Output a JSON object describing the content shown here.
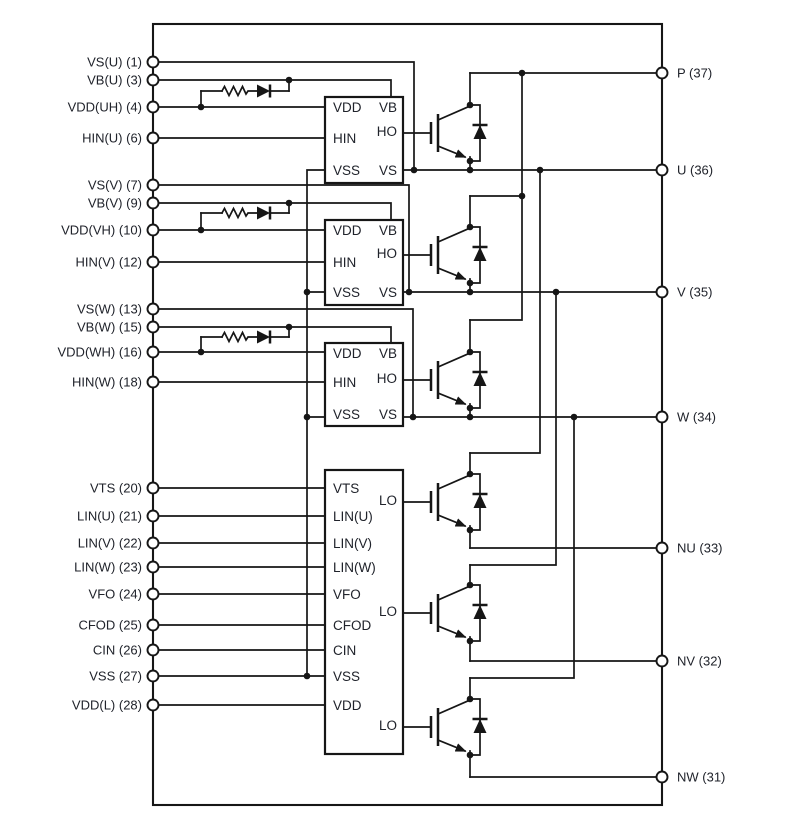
{
  "diagram": {
    "background_color": "#ffffff",
    "line_color": "#161616",
    "text_color": "#20232b"
  },
  "terminals_left": [
    {
      "label": "VS(U) (1)"
    },
    {
      "label": "VB(U) (3)"
    },
    {
      "label": "VDD(UH) (4)"
    },
    {
      "label": "HIN(U) (6)"
    },
    {
      "label": "VS(V) (7)"
    },
    {
      "label": "VB(V) (9)"
    },
    {
      "label": "VDD(VH) (10)"
    },
    {
      "label": "HIN(V) (12)"
    },
    {
      "label": "VS(W) (13)"
    },
    {
      "label": "VB(W) (15)"
    },
    {
      "label": "VDD(WH) (16)"
    },
    {
      "label": "HIN(W) (18)"
    },
    {
      "label": "VTS (20)"
    },
    {
      "label": "LIN(U) (21)"
    },
    {
      "label": "LIN(V) (22)"
    },
    {
      "label": "LIN(W) (23)"
    },
    {
      "label": "VFO (24)"
    },
    {
      "label": "CFOD (25)"
    },
    {
      "label": "CIN (26)"
    },
    {
      "label": "VSS (27)"
    },
    {
      "label": "VDD(L) (28)"
    }
  ],
  "terminals_right": [
    {
      "label": "P (37)"
    },
    {
      "label": "U (36)"
    },
    {
      "label": "V (35)"
    },
    {
      "label": "W (34)"
    },
    {
      "label": "NU (33)"
    },
    {
      "label": "NV (32)"
    },
    {
      "label": "NW (31)"
    }
  ],
  "hs_drivers": [
    {
      "pins_left": [
        "VDD",
        "HIN",
        "VSS"
      ],
      "pins_right": [
        "VB",
        "HO",
        "VS"
      ]
    },
    {
      "pins_left": [
        "VDD",
        "HIN",
        "VSS"
      ],
      "pins_right": [
        "VB",
        "HO",
        "VS"
      ]
    },
    {
      "pins_left": [
        "VDD",
        "HIN",
        "VSS"
      ],
      "pins_right": [
        "VB",
        "HO",
        "VS"
      ]
    }
  ],
  "ls_driver": {
    "pins_left": [
      "VTS",
      "LIN(U)",
      "LIN(V)",
      "LIN(W)",
      "VFO",
      "CFOD",
      "CIN",
      "VSS",
      "VDD"
    ],
    "pins_right": [
      "LO",
      "LO",
      "LO"
    ]
  }
}
